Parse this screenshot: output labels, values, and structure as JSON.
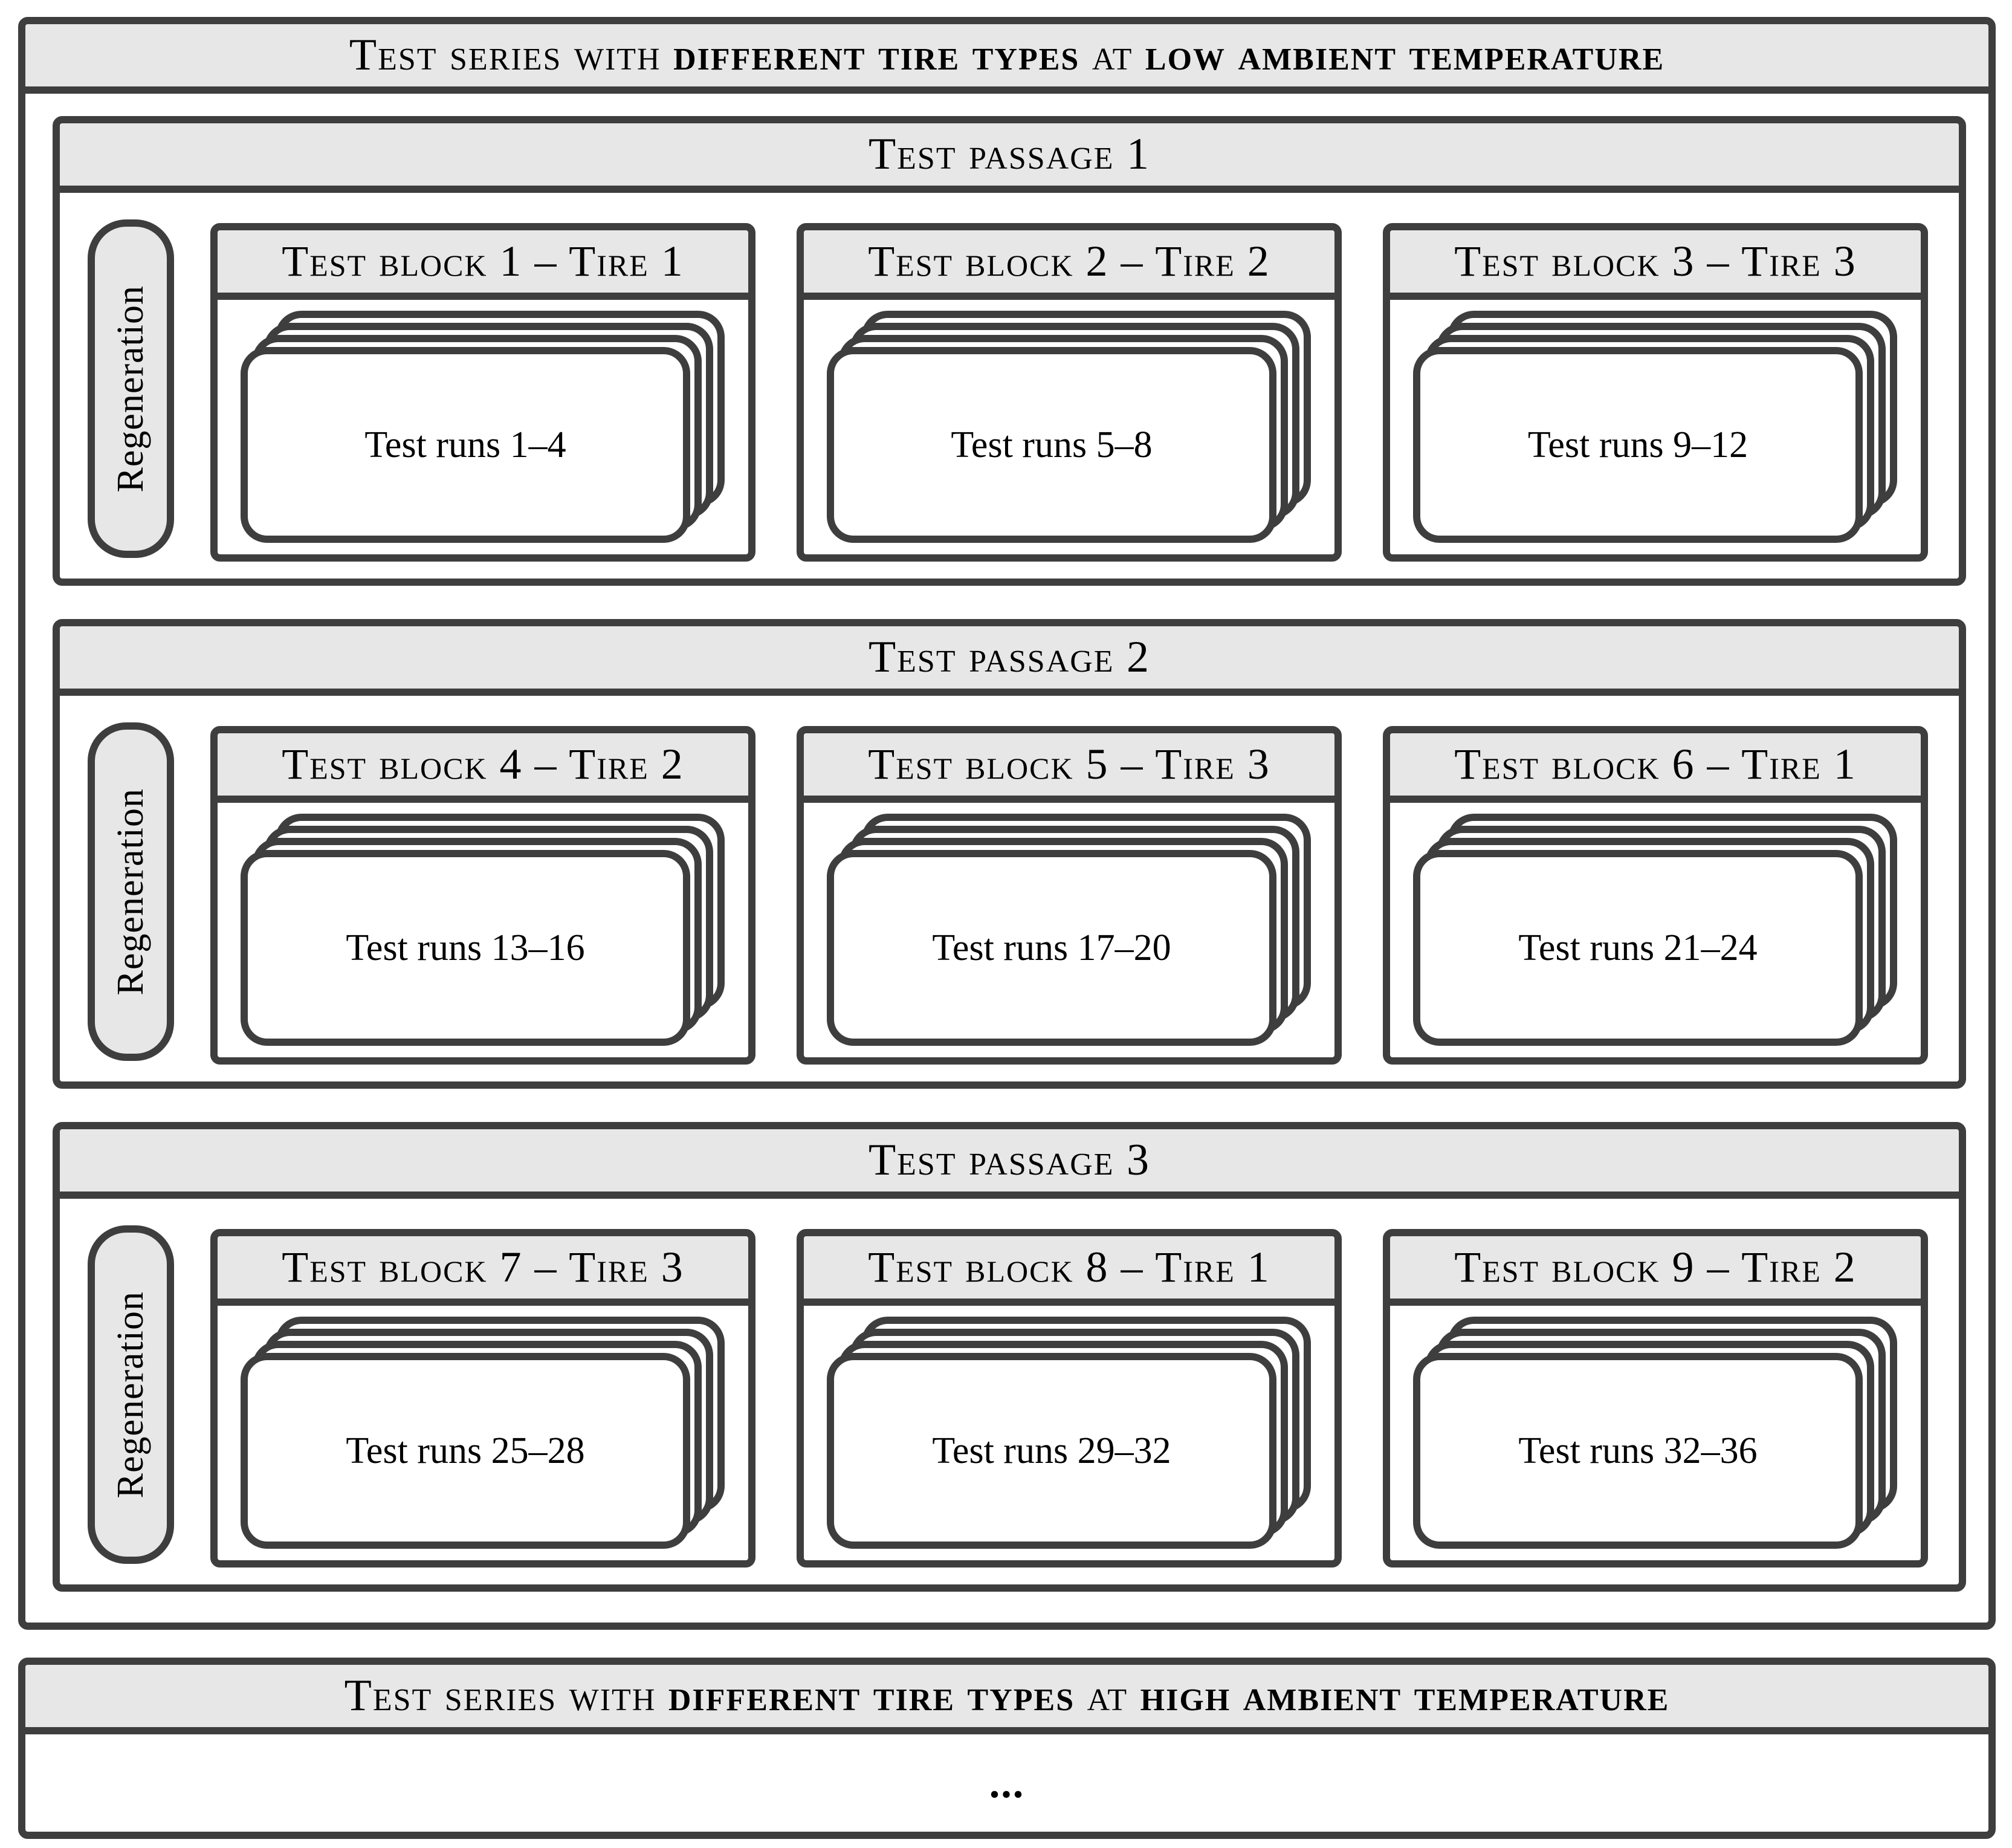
{
  "series_low": {
    "pre": "Test series with ",
    "bold1": "different tire types",
    "mid": " at ",
    "bold2": "low ambient temperature"
  },
  "series_high": {
    "pre": "Test series with ",
    "bold1": "different tire types",
    "mid": " at ",
    "bold2": "high ambient temperature"
  },
  "regeneration_label": "Regeneration",
  "ellipsis": "...",
  "passages": [
    {
      "title": "Test passage 1",
      "blocks": [
        {
          "title": "Test block 1 – Tire 1",
          "runs": "Test runs 1–4"
        },
        {
          "title": "Test block 2 – Tire 2",
          "runs": "Test runs 5–8"
        },
        {
          "title": "Test block 3 – Tire 3",
          "runs": "Test runs 9–12"
        }
      ]
    },
    {
      "title": "Test passage 2",
      "blocks": [
        {
          "title": "Test block 4 – Tire 2",
          "runs": "Test runs 13–16"
        },
        {
          "title": "Test block 5 – Tire 3",
          "runs": "Test runs 17–20"
        },
        {
          "title": "Test block 6 – Tire 1",
          "runs": "Test runs 21–24"
        }
      ]
    },
    {
      "title": "Test passage 3",
      "blocks": [
        {
          "title": "Test block 7 – Tire 3",
          "runs": "Test runs 25–28"
        },
        {
          "title": "Test block 8 – Tire 1",
          "runs": "Test runs 29–32"
        },
        {
          "title": "Test block 9 – Tire 2",
          "runs": "Test runs 32–36"
        }
      ]
    }
  ],
  "colors": {
    "border": "#3e3e3e",
    "header_fill": "#e7e7e7",
    "body_fill": "#ffffff",
    "text": "#000000"
  },
  "cards_per_stack": 4
}
